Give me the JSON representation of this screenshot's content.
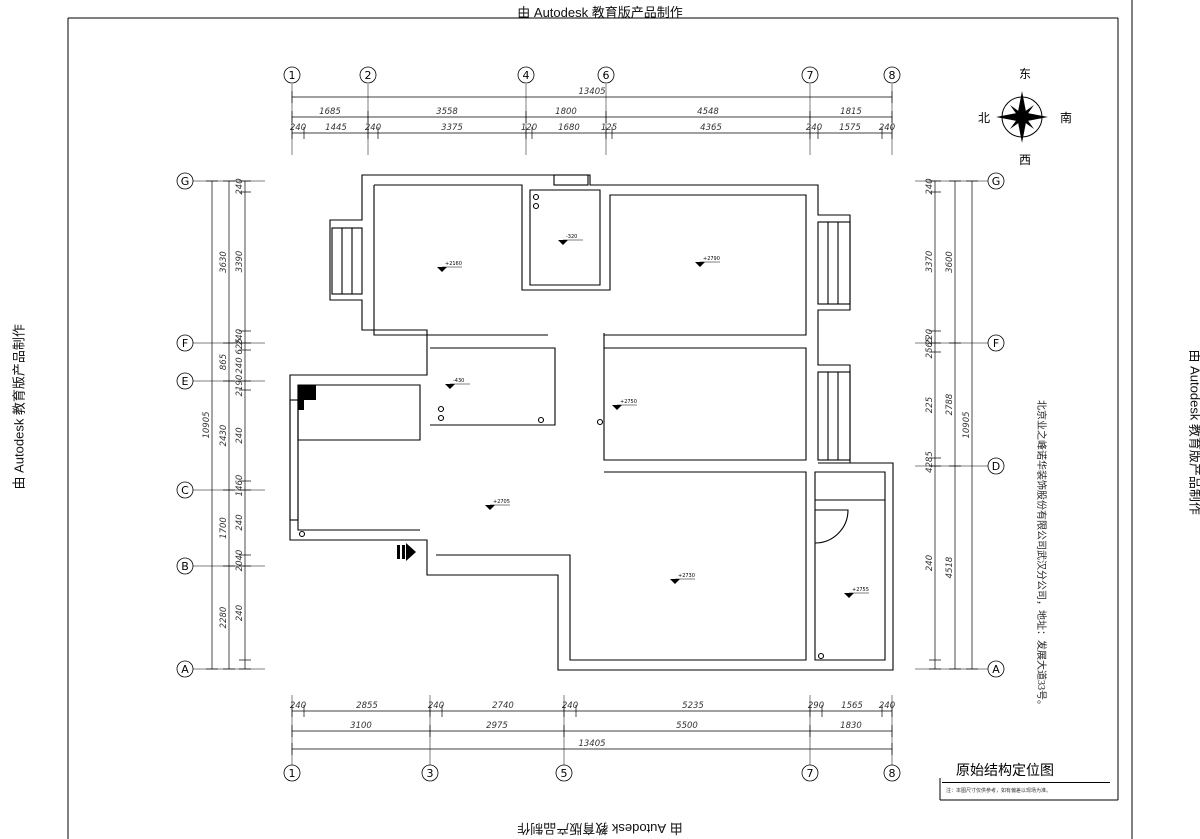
{
  "watermark": "由 Autodesk 教育版产品制作",
  "drawing_title": "原始结构定位图",
  "drawing_note": "注：本图尺寸仅供参考，如有偏差以现场为准。",
  "company_note": "北京业之峰诺华装饰股份有限公司武汉分公司，地址：发展大道33号。",
  "compass": {
    "east": "东",
    "west": "西",
    "north": "北",
    "south": "南"
  },
  "axes_top": [
    "1",
    "2",
    "4",
    "6",
    "7",
    "8"
  ],
  "axes_bottom": [
    "1",
    "3",
    "5",
    "7",
    "8"
  ],
  "axes_left": [
    "G",
    "F",
    "E",
    "C",
    "B",
    "A"
  ],
  "axes_right": [
    "G",
    "F",
    "D",
    "A"
  ],
  "dims_top": {
    "overall": "13405",
    "row1": [
      "1685",
      "3558",
      "1800",
      "4548",
      "1815"
    ],
    "row2": [
      "240",
      "1445",
      "240",
      "3375",
      "120",
      "1680",
      "125",
      "4365",
      "240",
      "1575",
      "240"
    ]
  },
  "dims_bottom": {
    "overall": "13405",
    "row1": [
      "3100",
      "2975",
      "5500",
      "1830"
    ],
    "row2": [
      "240",
      "2855",
      "240",
      "2740",
      "240",
      "5235",
      "290",
      "1565",
      "240"
    ]
  },
  "dims_left": {
    "overall": "10905",
    "row1": [
      "3630",
      "865",
      "2430",
      "1700",
      "2280"
    ],
    "row2": [
      "240",
      "3390",
      "240",
      "625",
      "240",
      "2190",
      "240",
      "1460",
      "240",
      "2040",
      "240"
    ]
  },
  "dims_right": {
    "overall": "10905",
    "row1": [
      "3600",
      "2788",
      "4518"
    ],
    "row2": [
      "240",
      "3370",
      "220",
      "2565",
      "225",
      "4285",
      "240"
    ]
  },
  "elevations": [
    "+2160",
    "-320",
    "+2790",
    "-430",
    "+2750",
    "+2705",
    "+2730",
    "+2755"
  ]
}
